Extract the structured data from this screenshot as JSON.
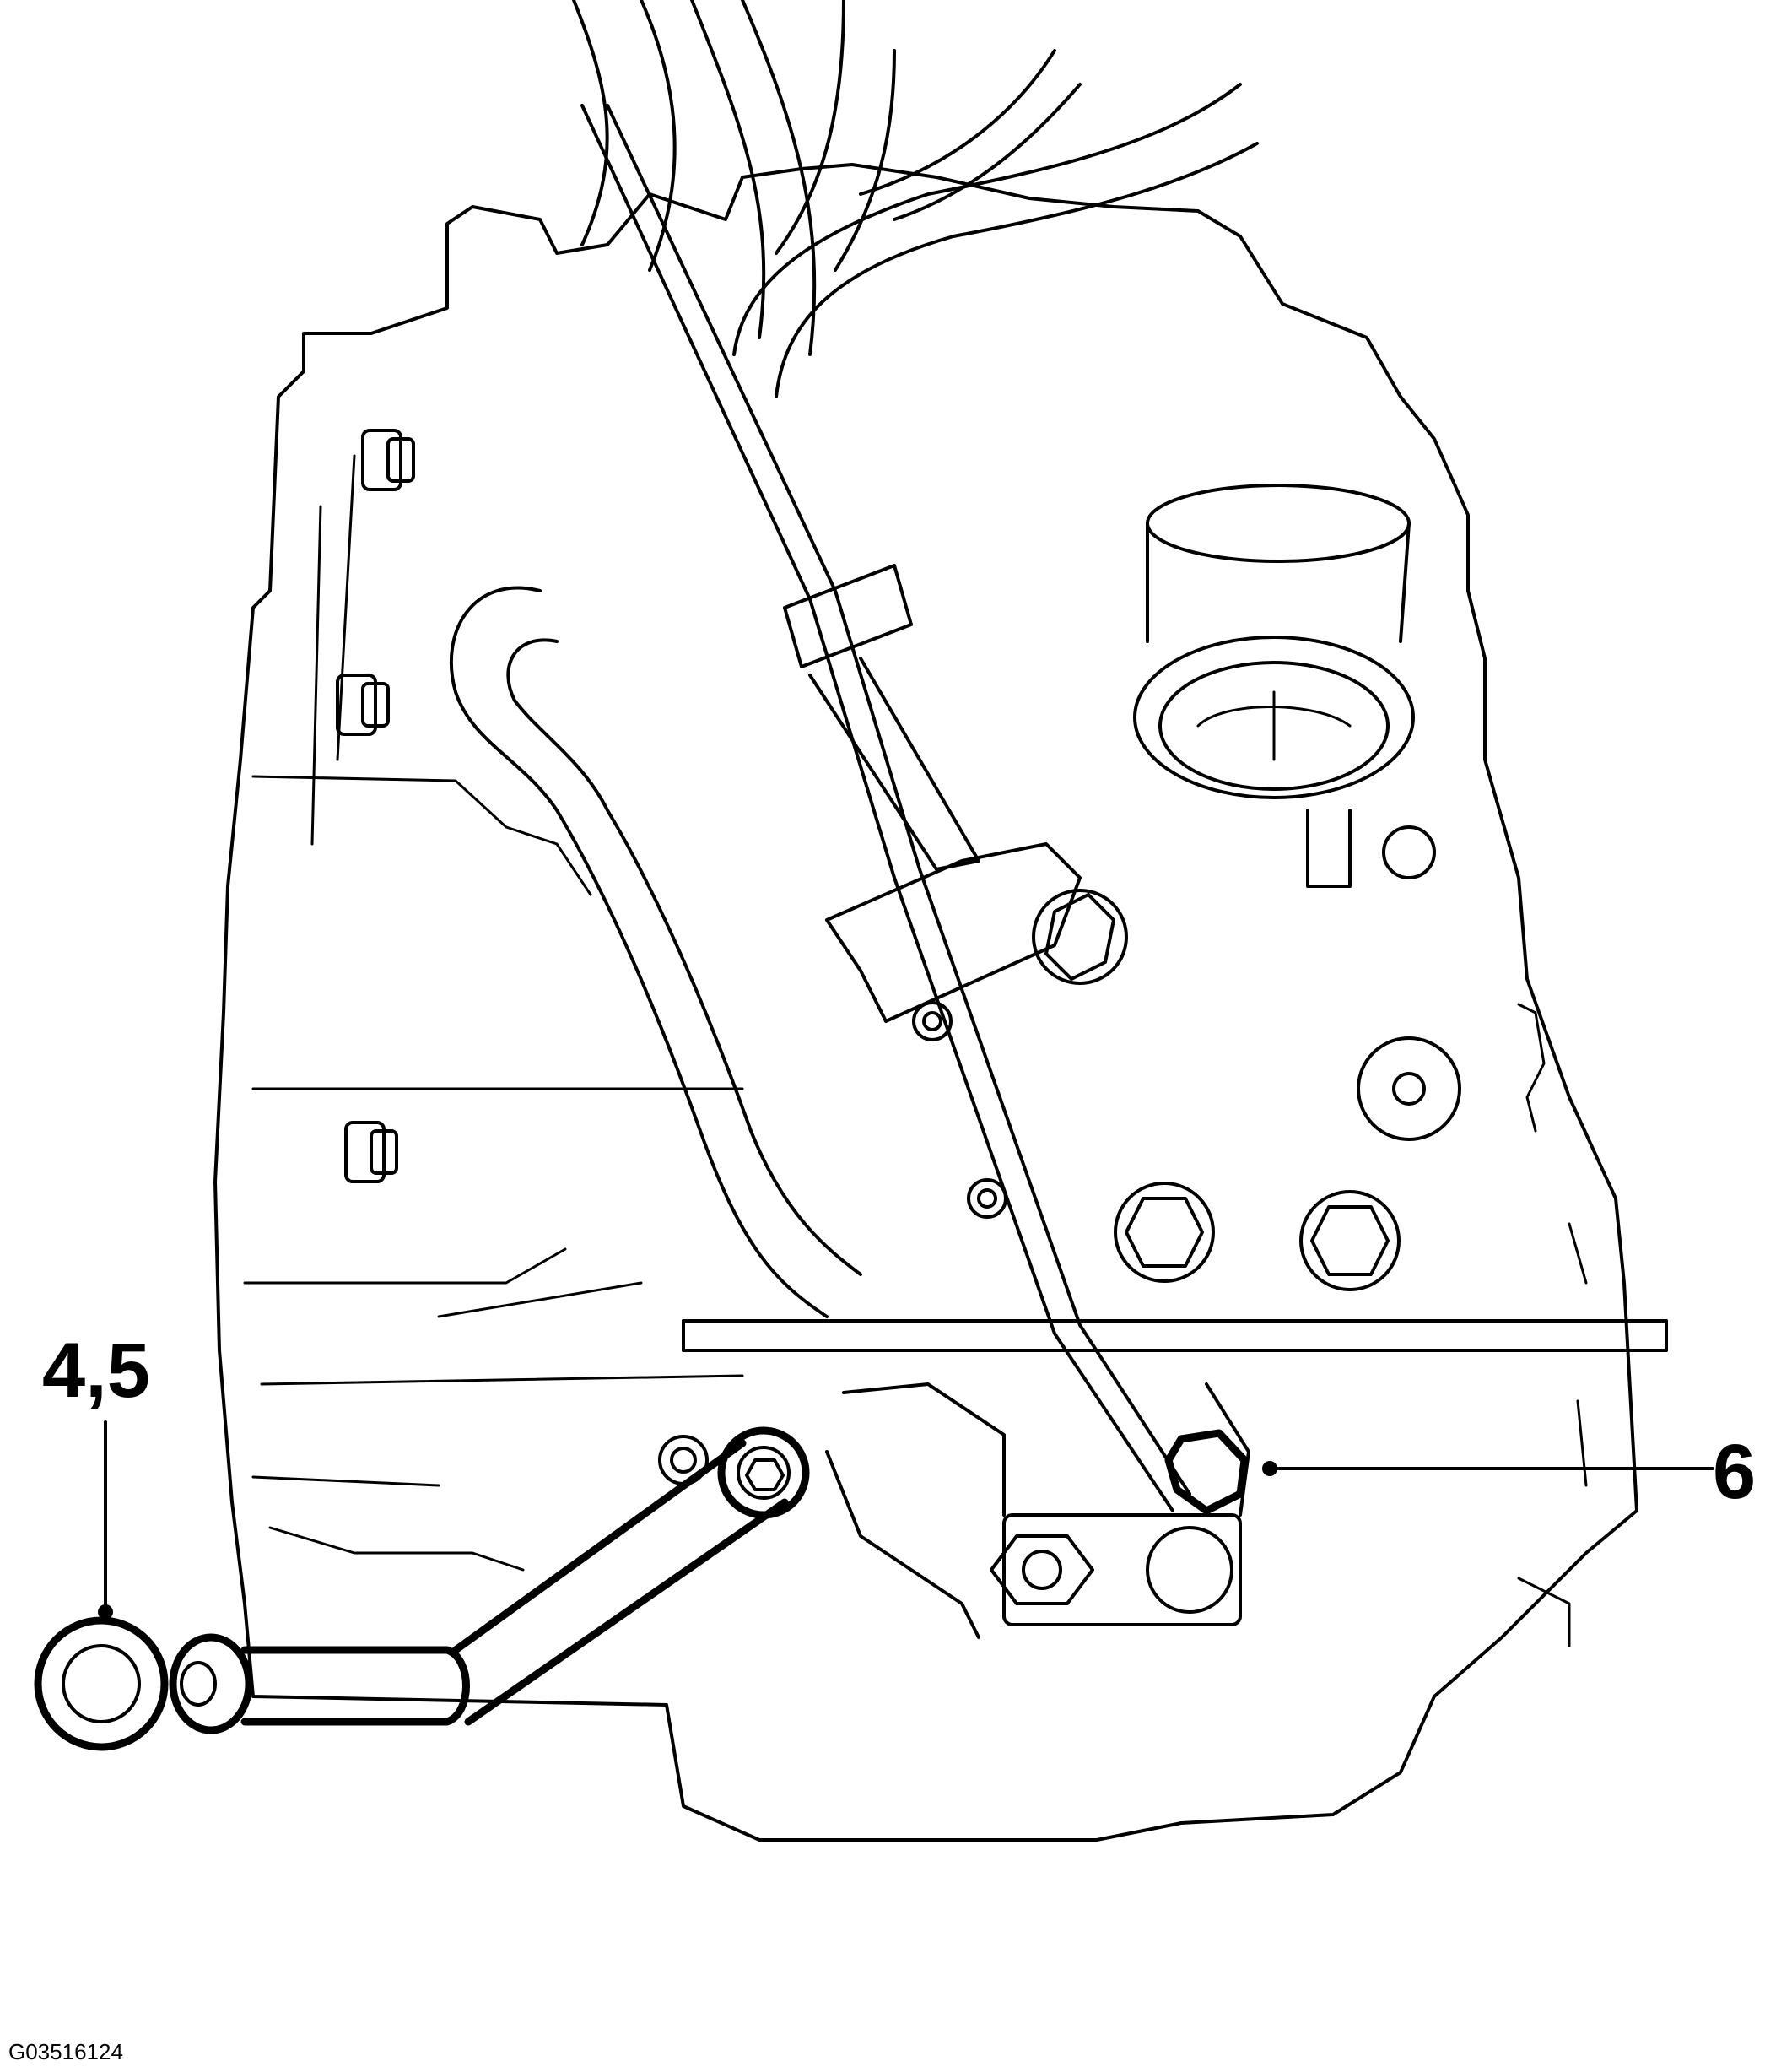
{
  "callouts": [
    {
      "id": "callout-4-5",
      "text": "4,5"
    },
    {
      "id": "callout-6",
      "text": "6"
    }
  ],
  "figure_id": "G03516124",
  "colors": {
    "line": "#000000",
    "background": "#ffffff"
  }
}
